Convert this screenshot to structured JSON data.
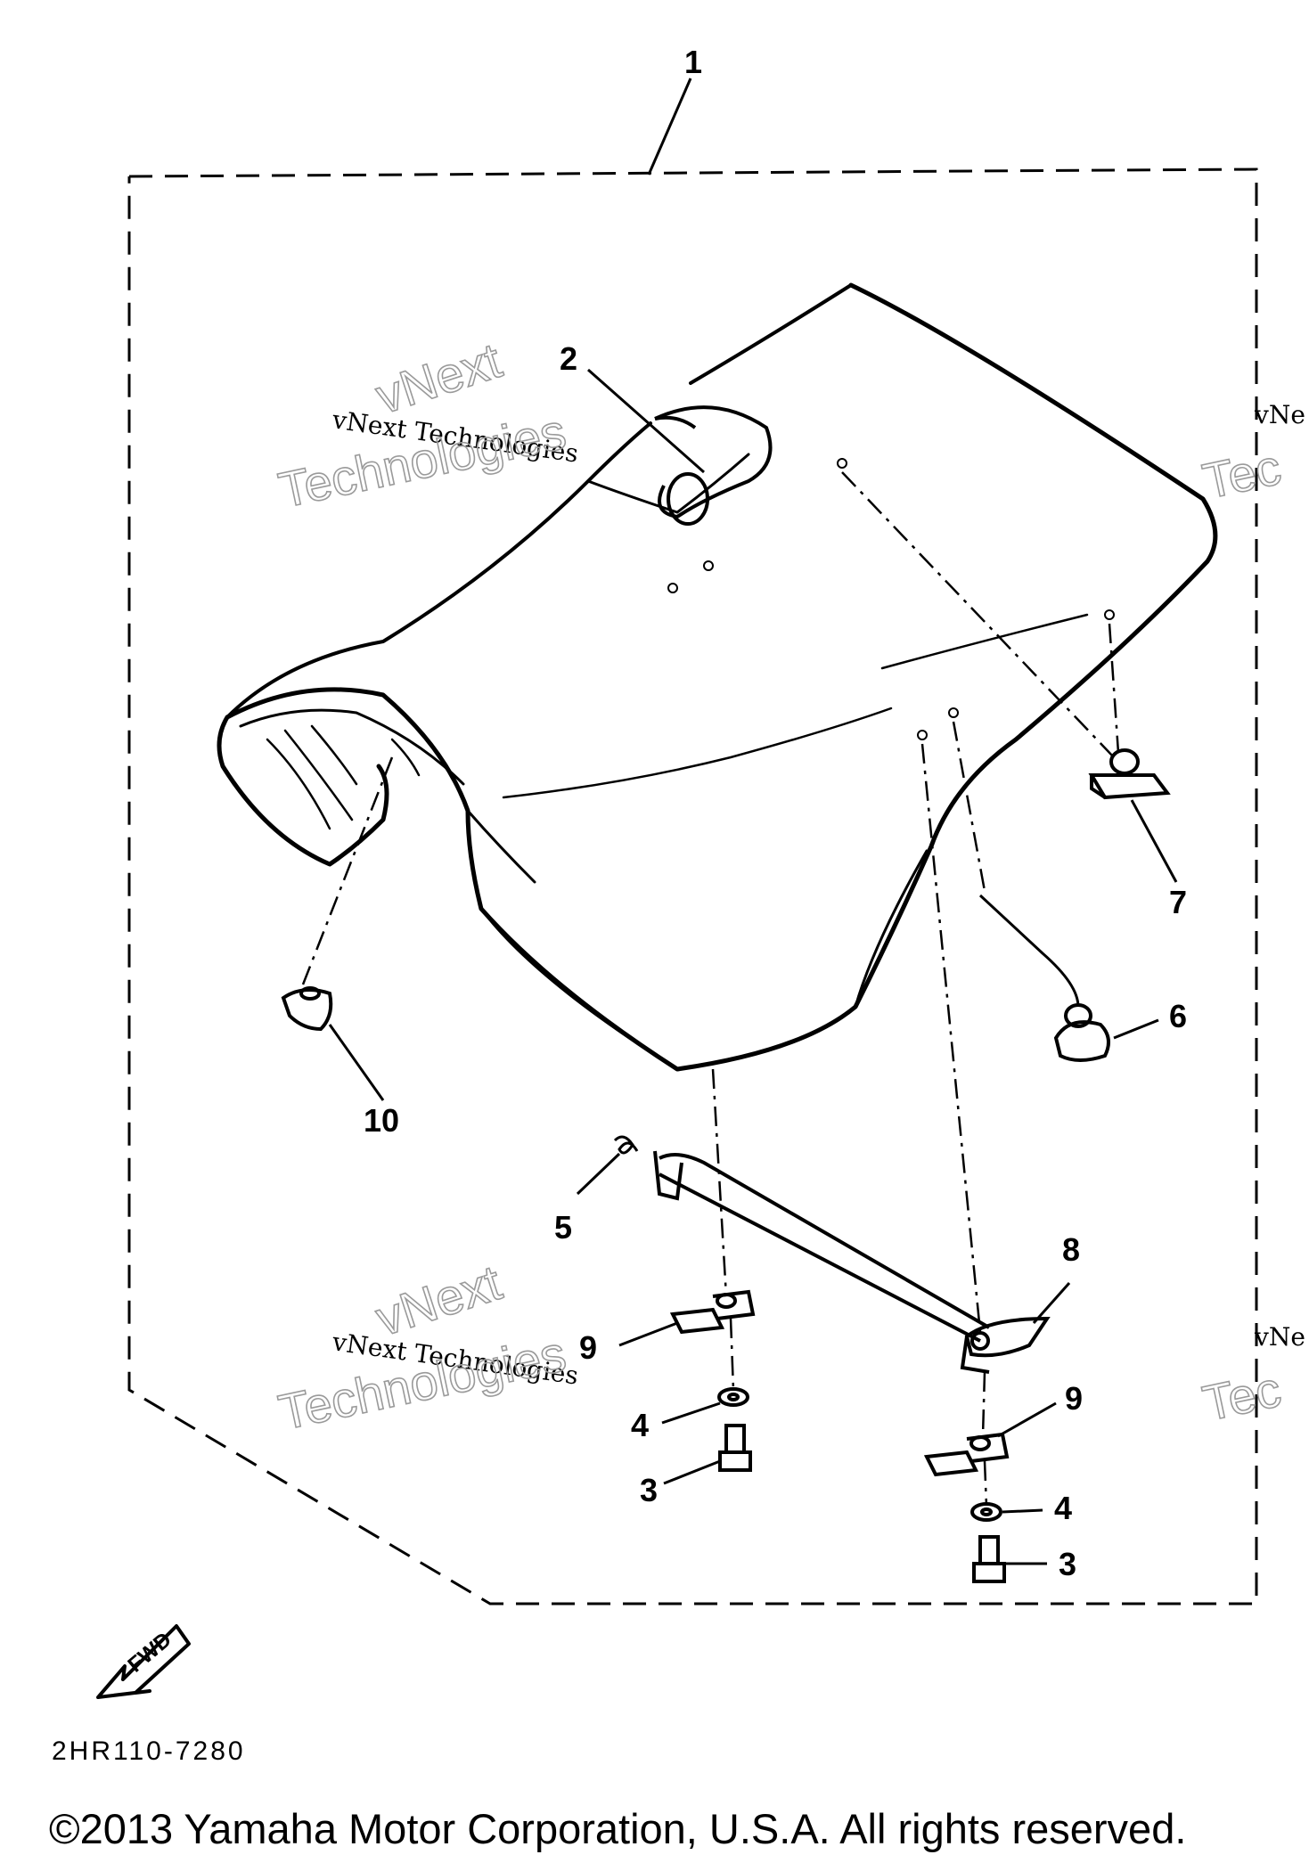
{
  "diagram": {
    "part_code": "2HR110-7280",
    "fwd_label": "FWD",
    "callouts": [
      "1",
      "2",
      "3",
      "3",
      "4",
      "4",
      "5",
      "6",
      "7",
      "8",
      "9",
      "9",
      "10"
    ],
    "watermark": {
      "line1": "vNext Technologies",
      "line2": "vNext",
      "line3": "Technologies",
      "edge1": "vNe",
      "edge2": "Tec"
    }
  },
  "footer": {
    "copyright": "©2013 Yamaha Motor Corporation, U.S.A. All rights reserved."
  }
}
